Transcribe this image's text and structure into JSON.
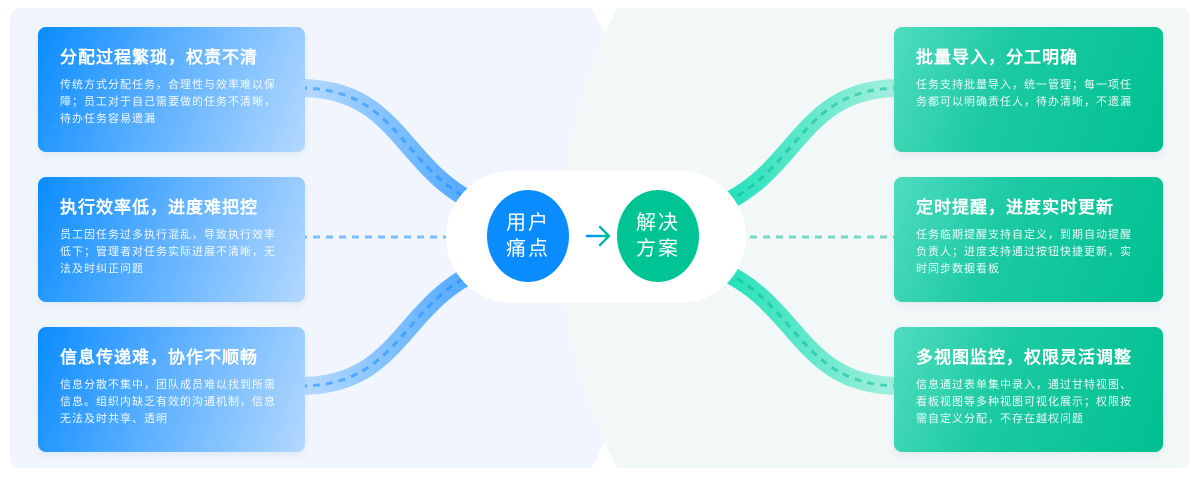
{
  "center": {
    "pain_label": "用户痛点",
    "solution_label": "解决方案",
    "arrow_icon": "arrow-right-icon"
  },
  "colors": {
    "pain": "#0a8cff",
    "solution": "#00c494"
  },
  "pain_points": [
    {
      "title": "分配过程繁琐，权责不清",
      "desc": "传统方式分配任务，合理性与效率难以保障；员工对于自己需要做的任务不清晰，待办任务容易遗漏"
    },
    {
      "title": "执行效率低，进度难把控",
      "desc": "员工因任务过多执行混乱，导致执行效率低下；管理者对任务实际进展不清晰，无法及时纠正问题"
    },
    {
      "title": "信息传递难，协作不顺畅",
      "desc": "信息分散不集中，团队成员难以找到所需信息。组织内缺乏有效的沟通机制，信息无法及时共享、透明"
    }
  ],
  "solutions": [
    {
      "title": "批量导入，分工明确",
      "desc": "任务支持批量导入，统一管理；每一项任务都可以明确责任人，待办清晰，不遗漏"
    },
    {
      "title": "定时提醒，进度实时更新",
      "desc": "任务临期提醒支持自定义，到期自动提醒负责人；进度支持通过按钮快捷更新，实时同步数据看板"
    },
    {
      "title": "多视图监控，权限灵活调整",
      "desc": "信息通过表单集中录入，通过甘特视图、看板视图等多种视图可视化展示；权限按需自定义分配，不存在越权问题"
    }
  ]
}
